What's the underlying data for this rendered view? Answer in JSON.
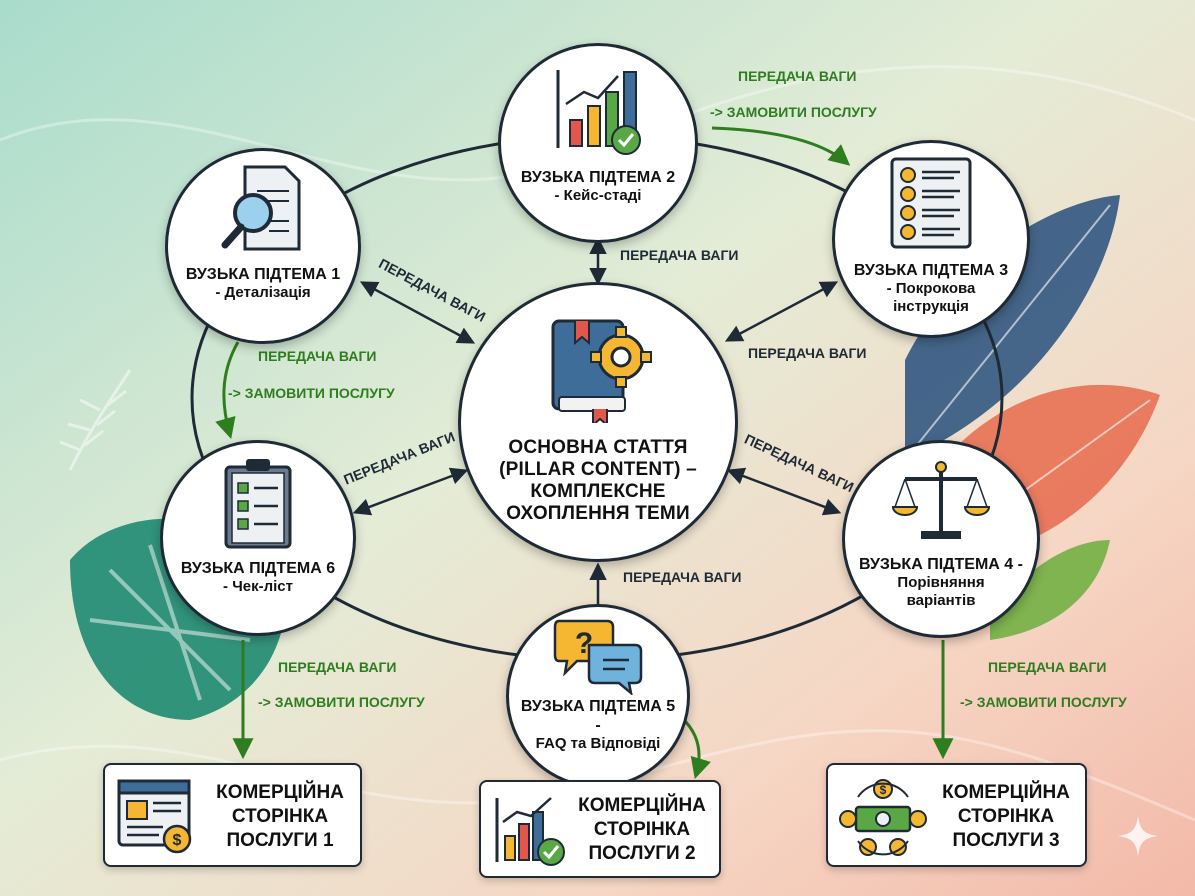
{
  "center": {
    "title_lines": [
      "ОСНОВНА СТАТТЯ",
      "(PILLAR CONTENT) –",
      "КОМПЛЕКСНЕ",
      "ОХОПЛЕННЯ ТЕМИ"
    ]
  },
  "subtopics": [
    {
      "title": "ВУЗЬКА ПІДТЕМА 1",
      "subtitle": "- Деталізація"
    },
    {
      "title": "ВУЗЬКА ПІДТЕМА 2",
      "subtitle": "- Кейс-стаді"
    },
    {
      "title": "ВУЗЬКА ПІДТЕМА 3",
      "subtitle_lines": [
        "- Покрокова",
        "інструкція"
      ]
    },
    {
      "title": "ВУЗЬКА ПІДТЕМА 4 -",
      "subtitle_lines": [
        "Порівняння",
        "варіантів"
      ]
    },
    {
      "title": "ВУЗЬКА ПІДТЕМА 5 -",
      "subtitle": "FAQ та Відповіді"
    },
    {
      "title": "ВУЗЬКА ПІДТЕМА 6",
      "subtitle": "- Чек-ліст"
    }
  ],
  "commercial_pages": [
    {
      "lines": [
        "КОМЕРЦІЙНА",
        "СТОРІНКА",
        "ПОСЛУГИ 1"
      ]
    },
    {
      "lines": [
        "КОМЕРЦІЙНА",
        "СТОРІНКА",
        "ПОСЛУГИ 2"
      ]
    },
    {
      "lines": [
        "КОМЕРЦІЙНА",
        "СТОРІНКА",
        "ПОСЛУГИ 3"
      ]
    }
  ],
  "labels": {
    "weight_transfer": "ПЕРЕДАЧА ВАГИ",
    "order_service": "-> ЗАМОВИТИ ПОСЛУГУ"
  },
  "colors": {
    "node_border": "#1f2a37",
    "link_label": "#1f2a37",
    "flow_label": "#2e7d1f",
    "flow_arrow": "#2e7d1f"
  }
}
